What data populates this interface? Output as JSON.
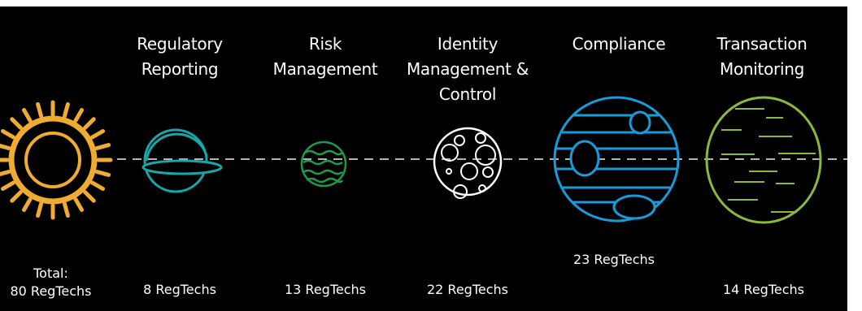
{
  "colors": {
    "background": "#000000",
    "orbit_line": "#b4b4b4",
    "text": "#ffffff",
    "sun": "#f0ac32",
    "regulatory_reporting": "#1aa6a8",
    "risk_management": "#1f9a48",
    "identity_management": "#ffffff",
    "compliance": "#1a9ad9",
    "transaction_monitoring": "#8bb93e"
  },
  "total": {
    "icon": "sun-icon",
    "label": "Total:\n80 RegTechs"
  },
  "categories": [
    {
      "id": "regulatory-reporting",
      "title": "Regulatory\nReporting",
      "count": "8 RegTechs",
      "icon": "ringed-planet-icon"
    },
    {
      "id": "risk-management",
      "title": "Risk\nManagement",
      "count": "13 RegTechs",
      "icon": "wavy-planet-icon"
    },
    {
      "id": "identity-management",
      "title": "Identity\nManagement &\nControl",
      "count": "22 RegTechs",
      "icon": "cratered-moon-icon"
    },
    {
      "id": "compliance",
      "title": "Compliance",
      "count": "23 RegTechs",
      "icon": "banded-planet-icon"
    },
    {
      "id": "transaction-monitoring",
      "title": "Transaction\nMonitoring",
      "count": "14 RegTechs",
      "icon": "dashed-planet-icon"
    }
  ]
}
